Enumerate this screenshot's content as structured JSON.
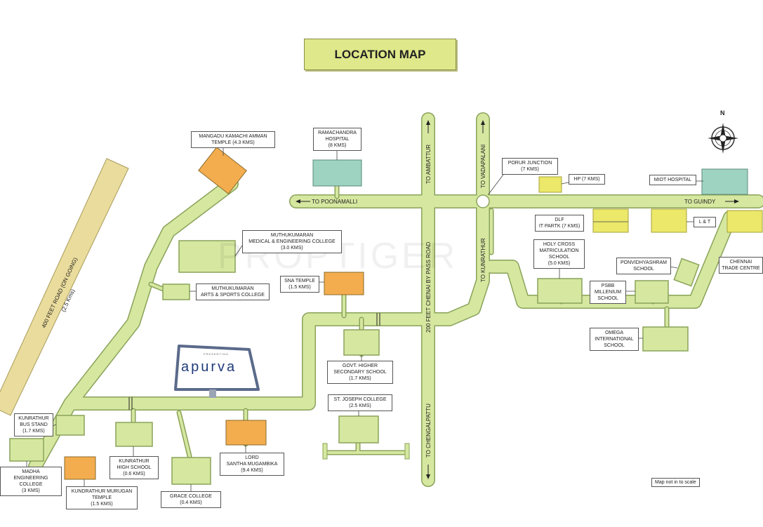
{
  "title": "LOCATION MAP",
  "roads": {
    "to_poonamalli": "TO POONAMALLI",
    "to_guindy": "TO GUINDY",
    "to_ambattur": "TO AMBATTUR",
    "to_vadapalani": "TO VADAPALANI",
    "to_kunrathur": "TO KUNRATHUR",
    "to_chengalpattu": "TO CHENGALPATTU",
    "bypass": "200 FEET CHENAI BY PASS ROAD",
    "road_400": "400 FEET ROAD (ON GOING)",
    "road_400_dist": "(2.5 Kms)"
  },
  "labels": {
    "mangadu": "MANGADU KAMACHI AMMAN\nTEMPLE (4.3 Kms)",
    "ramachandra": "RAMACHANDRA\nHOSPITAL\n(8 Kms)",
    "porur": "PORUR JUNCTION\n(7 Kms)",
    "hp": "HP (7 Kms)",
    "miot": "MIOT HOSPITAL",
    "dlf": "DLF\nIT PARTK (7 Kms)",
    "lt": "L & T",
    "chennai_trade": "CHENNAI\nTRADE CENTRE",
    "muthu_eng": "MUTHUKUMARAN\nMEDICAL & ENGINEERING COLLEGE\n(3.0 Kms)",
    "muthu_arts": "MUTHUKUMARAN\nARTS & SPORTS COLLEGE",
    "sna": "SNA TEMPLE\n(1.5 Kms)",
    "holy_cross": "HOLY CROSS\nMATRICULATION\nSCHOOL\n(5.0 Kms)",
    "ponvidhyashram": "PONVIDHYASHRAM\nSCHOOL",
    "psbb": "PSBB\nMILLENIUM\nSCHOOL",
    "omega": "OMEGA\nINTERNATIONAL\nSCHOOL",
    "govt": "GOVT. HIGHER\nSECONDARY SCHOOL\n(1.7 Kms)",
    "st_joseph": "St. JOSEPH COLLEGE\n(2.5 Kms)",
    "kunrathur_bus": "KUNRATHUR\nBUS STAND\n(1.7 Kms)",
    "madha": "MADHA\nENGINEERING COLLEGE\n(3 Kms)",
    "murugan": "KUNDRATHUR MURUGAN\nTEMPLE\n(1.5 Kms)",
    "kunrathur_high": "KUNRATHUR\nHIGH SCHOOL\n(0.6 Kms)",
    "grace": "GRACE COLLEGE\n(0.4 Kms)",
    "santha": "LORD\nSANTHA MUGAMBIKA\n(9.4 Kms)"
  },
  "brand": {
    "name": "apurva",
    "prefix": "PRESENTING"
  },
  "watermark": "PROPTIGER",
  "note": "Map not in to scale",
  "north": "N",
  "colors": {
    "road": "#d6e7a0",
    "road_edge": "#8aa35a",
    "bldg": "#d6e7a0",
    "orange": "#f3ad4e",
    "yellow": "#ebe86a",
    "teal": "#9fd3c1",
    "strip": "#eadc9c"
  }
}
